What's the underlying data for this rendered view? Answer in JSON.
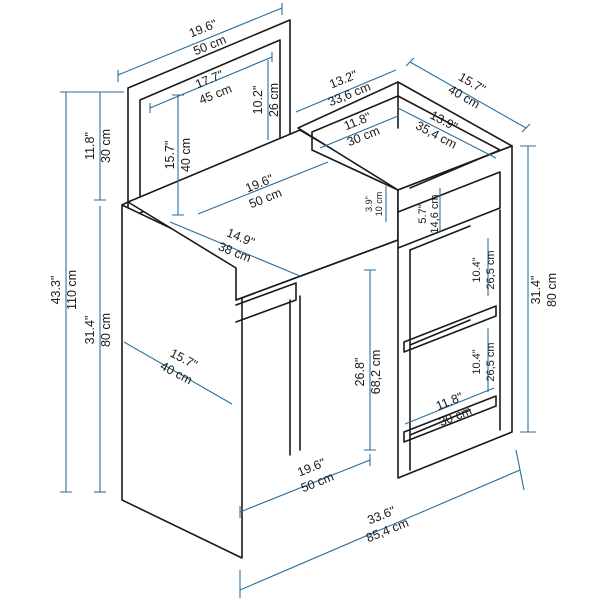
{
  "colors": {
    "outline": "#1a1a1a",
    "dimension": "#2a6f9e",
    "background": "#ffffff"
  },
  "dimensions": {
    "mirror_width_in": "19.6\"",
    "mirror_width_cm": "50 cm",
    "glass_width_in": "17.7\"",
    "glass_width_cm": "45 cm",
    "glass_height_in": "10.2\"",
    "glass_height_cm": "26 cm",
    "mirror_inner_height_in": "15.7\"",
    "mirror_inner_height_cm": "40 cm",
    "shelf_unit_width_in": "13.2\"",
    "shelf_unit_width_cm": "33,6 cm",
    "unit_depth_in": "15.7\"",
    "unit_depth_cm": "40 cm",
    "top_inner_width_in": "11.8\"",
    "top_inner_width_cm": "30 cm",
    "top_inner_depth_in": "13.9\"",
    "top_inner_depth_cm": "35,4 cm",
    "top_compartment_height_in": "3.9\"",
    "top_compartment_height_cm": "10 cm",
    "drawer_height_in": "5.7\"",
    "drawer_height_cm": "14,6 cm",
    "desk_width_in": "19.6\"",
    "desk_width_cm": "50 cm",
    "desk_depth_in": "14.9\"",
    "desk_depth_cm": "38 cm",
    "mirror_height_in": "11.8\"",
    "mirror_height_cm": "30 cm",
    "total_height_in": "43.3\"",
    "total_height_cm": "110 cm",
    "desk_height_in": "31.4\"",
    "desk_height_cm": "80 cm",
    "side_depth_in": "15.7\"",
    "side_depth_cm": "40 cm",
    "knee_height_in": "26.8\"",
    "knee_height_cm": "68,2 cm",
    "shelf_height_1_in": "10.4\"",
    "shelf_height_1_cm": "26,5 cm",
    "shelf_height_2_in": "10.4\"",
    "shelf_height_2_cm": "26,5 cm",
    "shelf_inner_width_in": "11.8\"",
    "shelf_inner_width_cm": "30 cm",
    "unit_height_in": "31.4\"",
    "unit_height_cm": "80 cm",
    "knee_width_in": "19.6\"",
    "knee_width_cm": "50 cm",
    "total_width_in": "33.6\"",
    "total_width_cm": "85,4 cm"
  }
}
